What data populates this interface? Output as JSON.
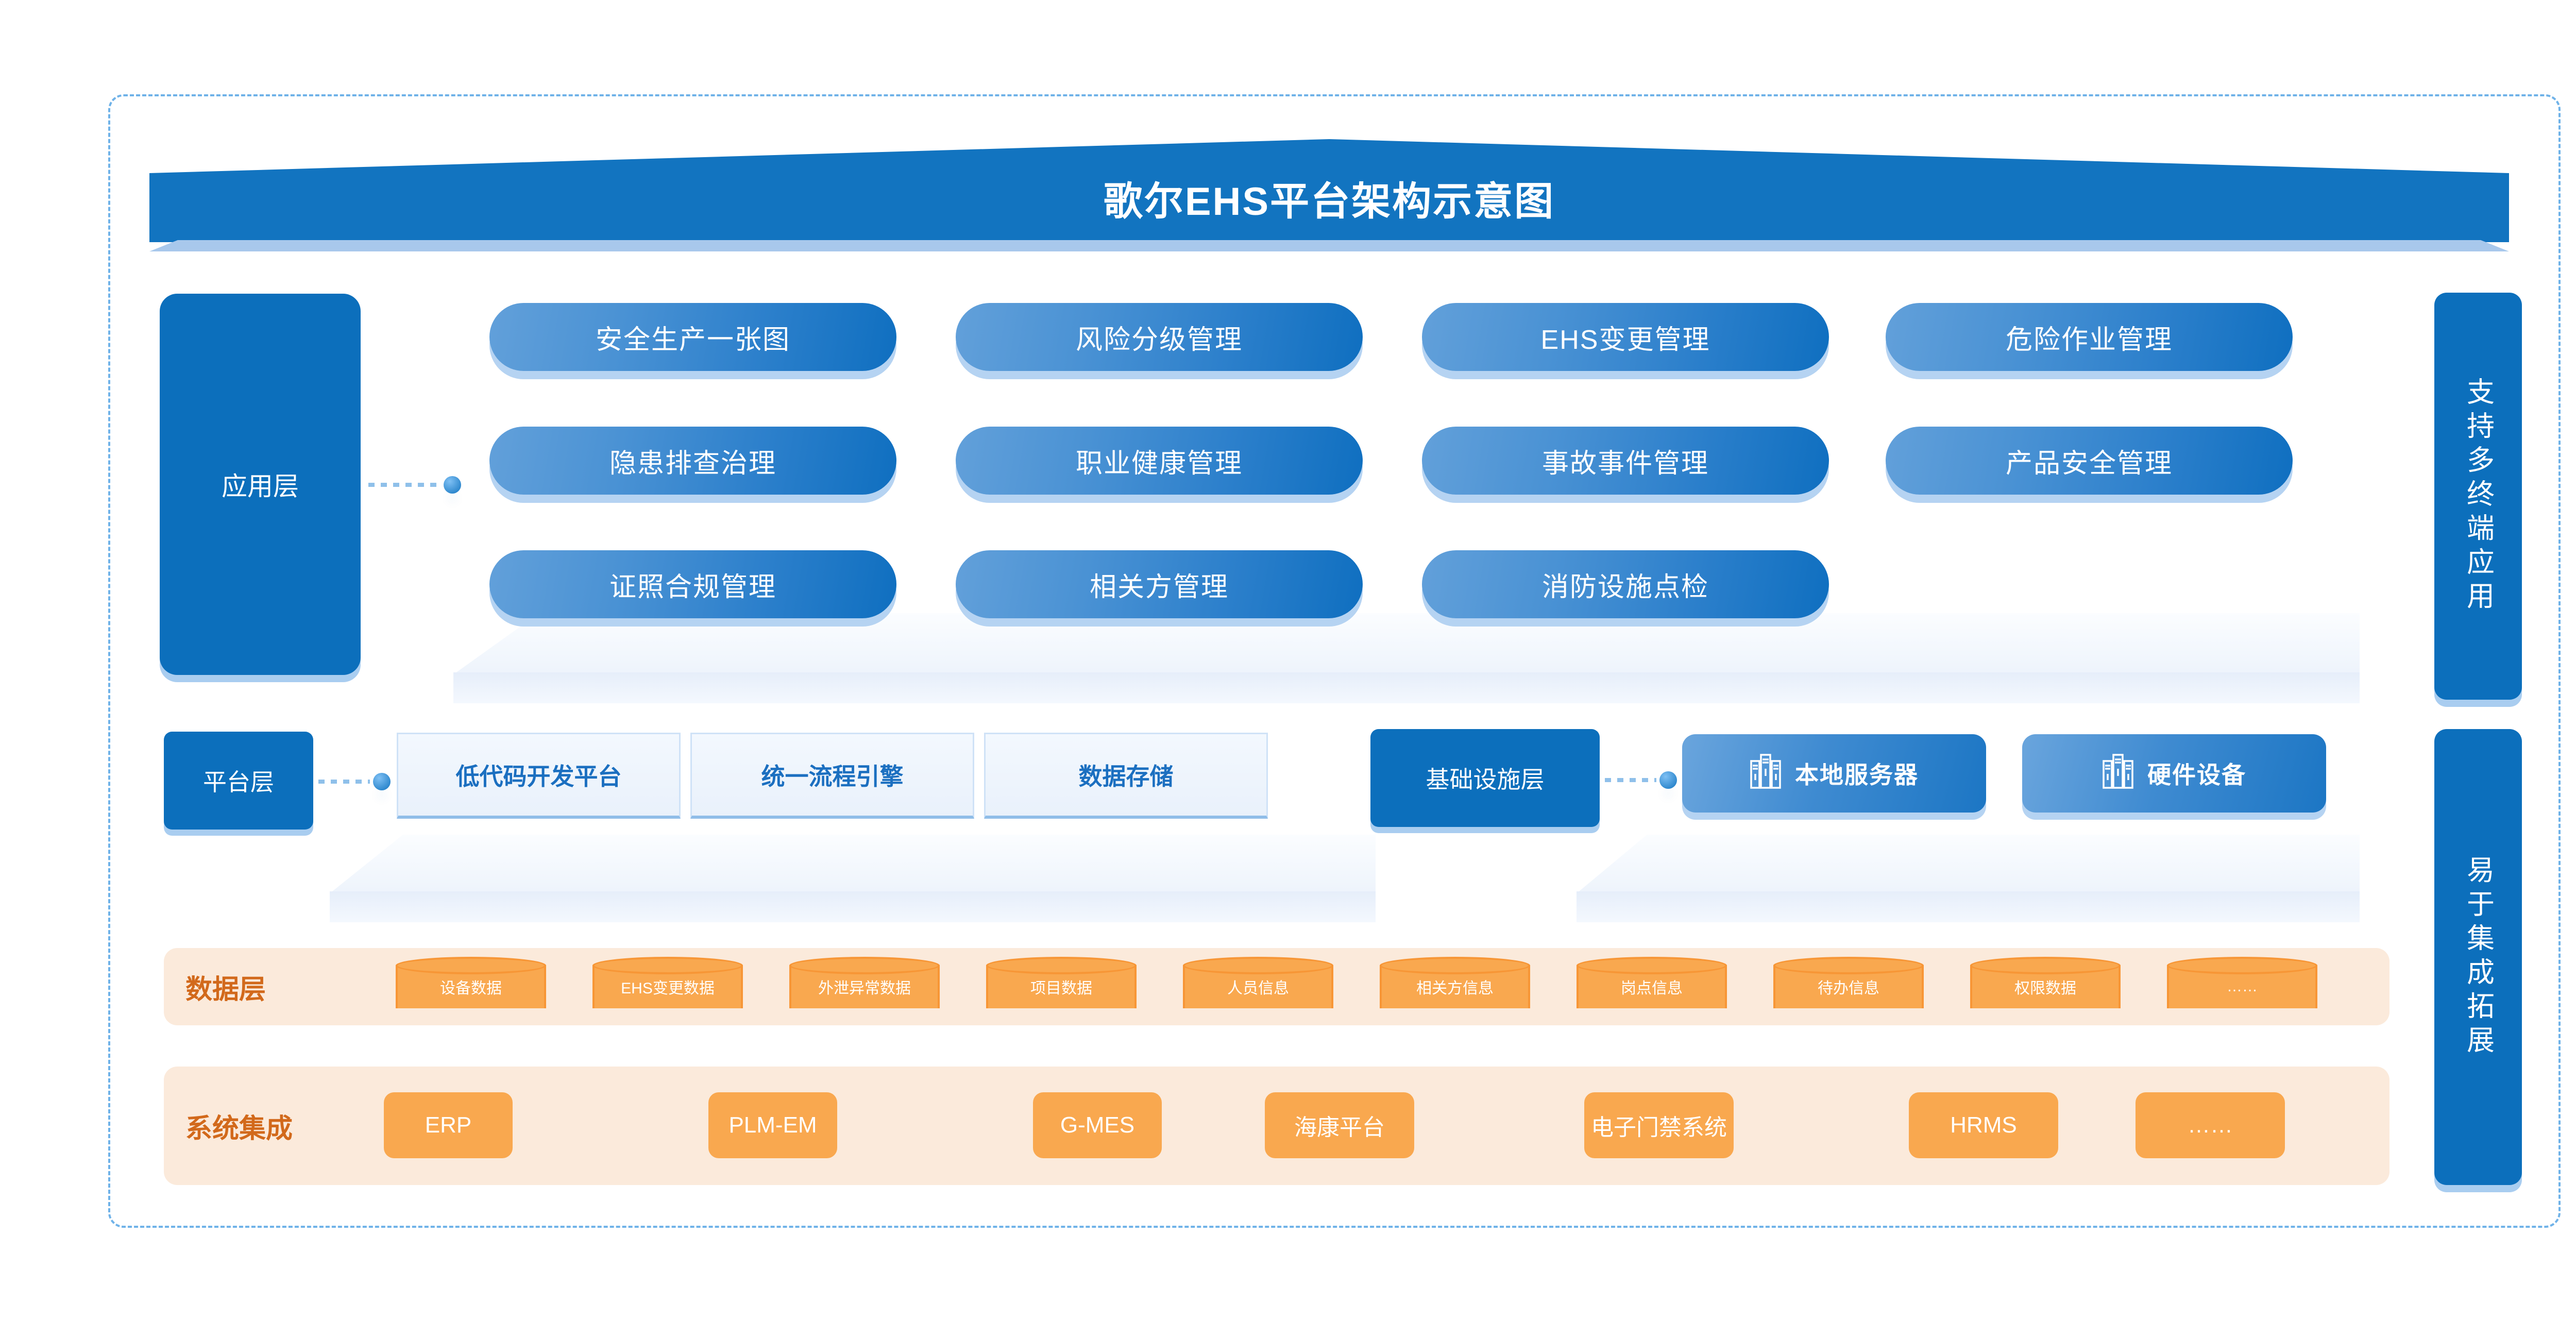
{
  "title": "歌尔EHS平台架构示意图",
  "application_layer": {
    "label": "应用层",
    "rows": [
      [
        "安全生产一张图",
        "风险分级管理",
        "EHS变更管理",
        "危险作业管理"
      ],
      [
        "隐患排查治理",
        "职业健康管理",
        "事故事件管理",
        "产品安全管理"
      ],
      [
        "证照合规管理",
        "相关方管理",
        "消防设施点检"
      ]
    ]
  },
  "platform_layer": {
    "label": "平台层",
    "cards": [
      "低代码开发平台",
      "统一流程引擎",
      "数据存储"
    ]
  },
  "infrastructure_layer": {
    "label": "基础设施层",
    "items": [
      {
        "icon": "server-rack-icon",
        "label": "本地服务器"
      },
      {
        "icon": "server-rack-icon",
        "label": "硬件设备"
      }
    ]
  },
  "data_layer": {
    "label": "数据层",
    "items": [
      "设备数据",
      "EHS变更数据",
      "外泄异常数据",
      "项目数据",
      "人员信息",
      "相关方信息",
      "岗点信息",
      "待办信息",
      "权限数据",
      "……"
    ]
  },
  "system_integration": {
    "label": "系统集成",
    "items": [
      "ERP",
      "PLM-EM",
      "G-MES",
      "海康平台",
      "电子门禁系统",
      "HRMS",
      "……"
    ]
  },
  "side_bars": [
    {
      "text": "支持多终端应用"
    },
    {
      "text": "易于集成拓展"
    }
  ],
  "colors": {
    "brand_blue": "#0c6fbc",
    "tile_blue_light": "#62a0da",
    "tile_blue_dark": "#0f6fc0",
    "shadow_blue": "#b5d3f2",
    "orange": "#f9a84f",
    "orange_band": "#fbeadb",
    "orange_text": "#d2691b",
    "frame_dash": "#6fb2e8"
  }
}
